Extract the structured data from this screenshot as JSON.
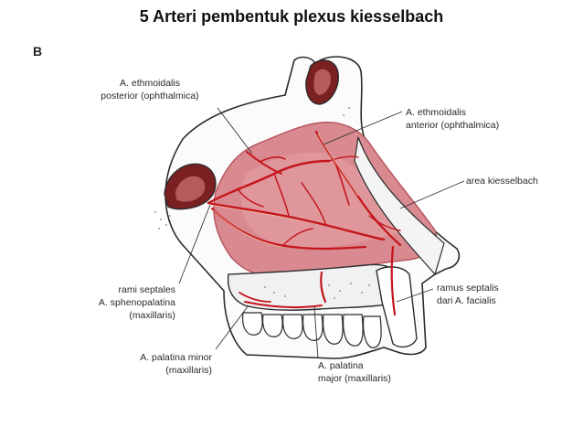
{
  "title": "5 Arteri pembentuk plexus kiesselbach",
  "panel_letter": "B",
  "labels": {
    "eth_post_1": "A. ethmoidalis",
    "eth_post_2": "posterior (ophthalmica)",
    "eth_ant_1": "A. ethmoidalis",
    "eth_ant_2": "anterior (ophthalmica)",
    "kiesselbach": "area kiesselbach",
    "septales_1": "rami septales",
    "septales_2": "A. sphenopalatina",
    "septales_3": "(maxillaris)",
    "ramus_1": "ramus septalis",
    "ramus_2": "dari A. facialis",
    "minor_1": "A. palatina minor",
    "minor_2": "(maxillaris)",
    "major_1": "A. palatina",
    "major_2": "major (maxillaris)"
  },
  "colors": {
    "septum_fill": "#d98a90",
    "septum_edge": "#b5535d",
    "artery": "#c4151c",
    "artery_highlight": "#f2c9a0",
    "bone_fill": "#ffffff",
    "bone_line": "#2b2b2b",
    "cavity": "#7a1f22",
    "cavity_inner": "#b65a5a",
    "leader_line": "#333333"
  }
}
